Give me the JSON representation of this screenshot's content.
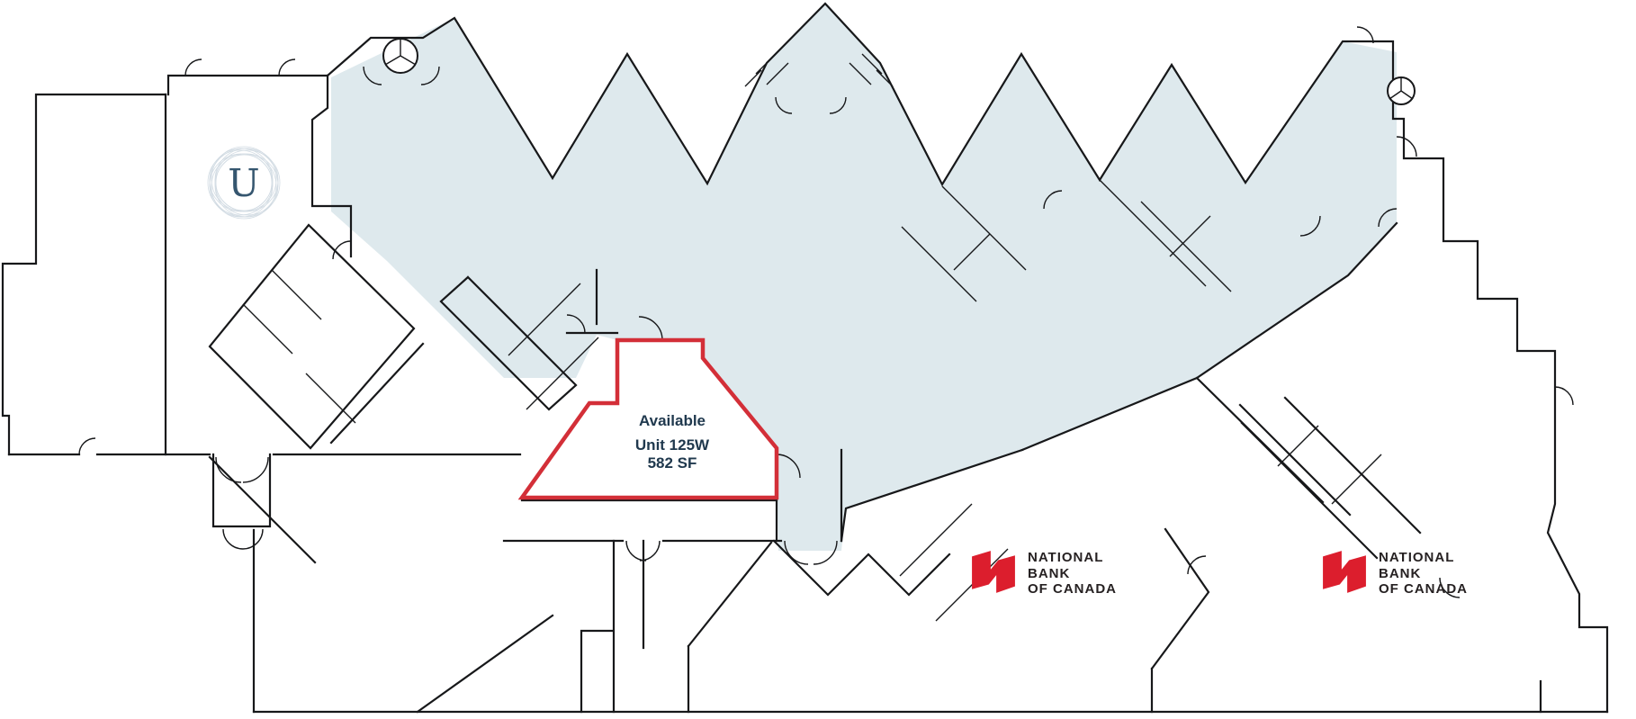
{
  "plan": {
    "colors": {
      "wall": "#17181a",
      "blue": "#dee9ed",
      "red": "#d32f38",
      "nbc-red": "#dc1e2d",
      "nbc-text": "#262122",
      "label": "#20394e",
      "ulogo": "#35566f",
      "guilloche": "#c3d0da",
      "bg": "#ffffff"
    },
    "available_unit": {
      "status": "Available",
      "unit": "Unit 125W",
      "area": "582 SF"
    },
    "tenants": [
      {
        "name": "NATIONAL BANK OF CANADA",
        "lines": [
          "NATIONAL",
          "BANK",
          "OF CANADA"
        ],
        "logo": "national-bank-flag-icon"
      },
      {
        "name": "NATIONAL BANK OF CANADA",
        "lines": [
          "NATIONAL",
          "BANK",
          "OF CANADA"
        ],
        "logo": "national-bank-flag-icon"
      }
    ],
    "landlord_logo": {
      "letter": "U"
    }
  }
}
